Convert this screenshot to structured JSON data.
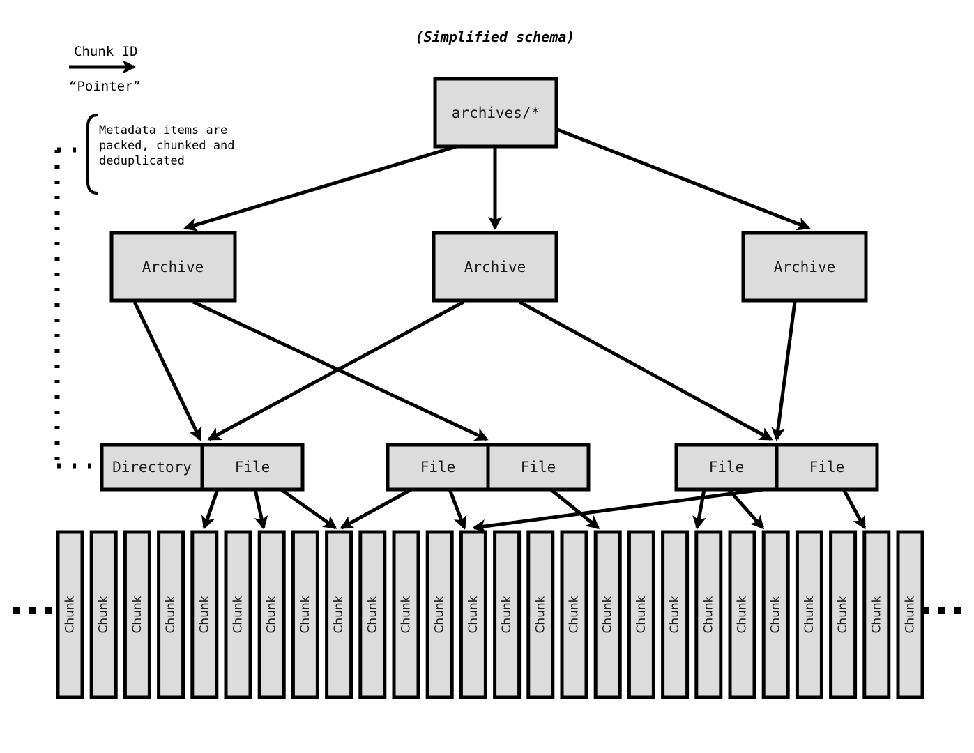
{
  "title": "(Simplified schema)",
  "legend": {
    "top_label": "Chunk ID",
    "bottom_label": "“Pointer”",
    "arrow_icon": "right-arrow-icon"
  },
  "note": {
    "line1": "Metadata items are",
    "line2": "packed, chunked and",
    "line3": "deduplicated",
    "brace_icon": "left-curly-brace-icon"
  },
  "nodes": {
    "root": {
      "label": "archives/*"
    },
    "archives": [
      {
        "label": "Archive"
      },
      {
        "label": "Archive"
      },
      {
        "label": "Archive"
      }
    ],
    "items_group_1": [
      {
        "label": "Directory"
      },
      {
        "label": "File"
      }
    ],
    "items_group_2": [
      {
        "label": "File"
      },
      {
        "label": "File"
      }
    ],
    "items_group_3": [
      {
        "label": "File"
      },
      {
        "label": "File"
      }
    ],
    "chunk_label": "Chunk",
    "chunk_count": 26,
    "ellipsis_left": "…",
    "ellipsis_right": "…"
  },
  "colors": {
    "box_fill": "#dcdcdc",
    "stroke": "#000000",
    "background": "#ffffff",
    "text": "#1a1a1a"
  }
}
